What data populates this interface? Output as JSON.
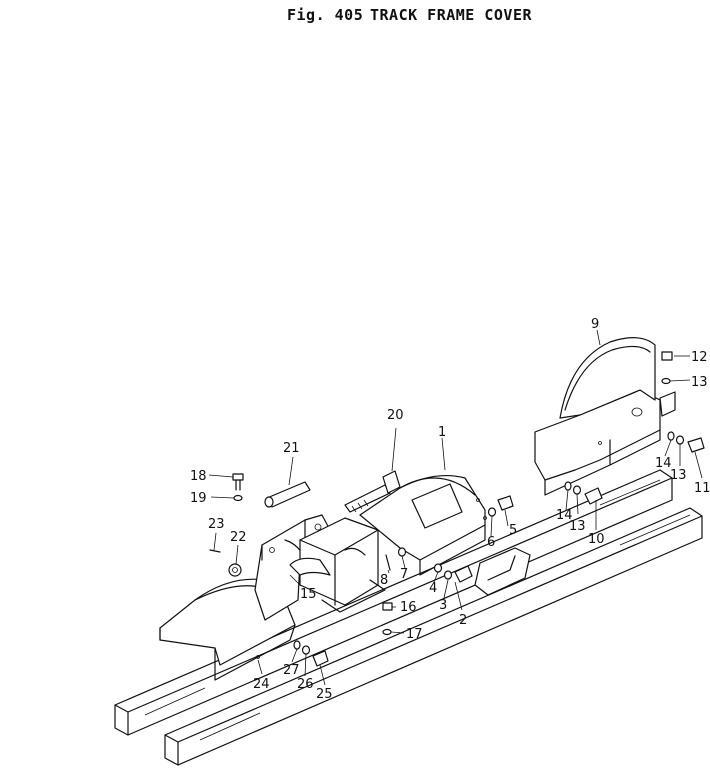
{
  "figure": {
    "number": "Fig. 405",
    "name": "TRACK FRAME COVER"
  },
  "callouts": [
    {
      "id": "c1",
      "label": "1"
    },
    {
      "id": "c2",
      "label": "2"
    },
    {
      "id": "c3",
      "label": "3"
    },
    {
      "id": "c4",
      "label": "4"
    },
    {
      "id": "c5",
      "label": "5"
    },
    {
      "id": "c6",
      "label": "6"
    },
    {
      "id": "c7",
      "label": "7"
    },
    {
      "id": "c8",
      "label": "8"
    },
    {
      "id": "c9",
      "label": "9"
    },
    {
      "id": "c10",
      "label": "10"
    },
    {
      "id": "c11",
      "label": "11"
    },
    {
      "id": "c12",
      "label": "12"
    },
    {
      "id": "c13a",
      "label": "13"
    },
    {
      "id": "c13b",
      "label": "13"
    },
    {
      "id": "c13c",
      "label": "13"
    },
    {
      "id": "c14a",
      "label": "14"
    },
    {
      "id": "c14b",
      "label": "14"
    },
    {
      "id": "c15",
      "label": "15"
    },
    {
      "id": "c16",
      "label": "16"
    },
    {
      "id": "c17",
      "label": "17"
    },
    {
      "id": "c18",
      "label": "18"
    },
    {
      "id": "c19",
      "label": "19"
    },
    {
      "id": "c20",
      "label": "20"
    },
    {
      "id": "c21",
      "label": "21"
    },
    {
      "id": "c22",
      "label": "22"
    },
    {
      "id": "c23",
      "label": "23"
    },
    {
      "id": "c24",
      "label": "24"
    },
    {
      "id": "c25",
      "label": "25"
    },
    {
      "id": "c26",
      "label": "26"
    },
    {
      "id": "c27",
      "label": "27"
    }
  ]
}
